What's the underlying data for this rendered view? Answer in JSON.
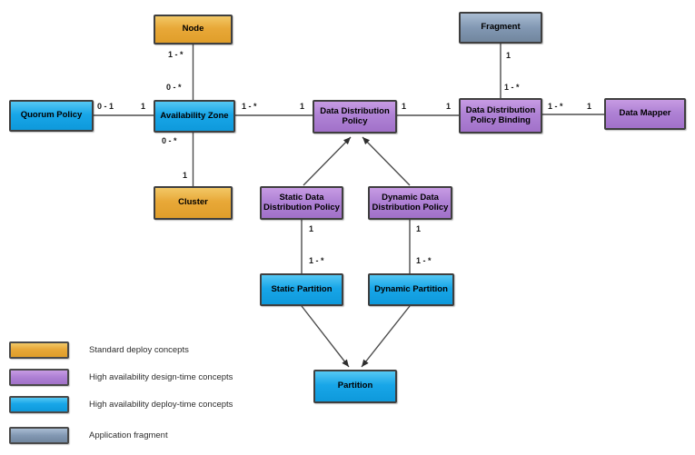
{
  "diagram": {
    "nodes": {
      "node": {
        "label": "Node",
        "category": "standard"
      },
      "fragment": {
        "label": "Fragment",
        "category": "fragment"
      },
      "quorum_policy": {
        "label": "Quorum Policy",
        "category": "deploy"
      },
      "availability_zone": {
        "label": "Availability Zone",
        "category": "deploy"
      },
      "data_distribution_policy": {
        "label": "Data Distribution Policy",
        "category": "design"
      },
      "data_distribution_policy_binding": {
        "label": "Data Distribution Policy Binding",
        "category": "design"
      },
      "data_mapper": {
        "label": "Data Mapper",
        "category": "design"
      },
      "cluster": {
        "label": "Cluster",
        "category": "standard"
      },
      "static_data_distribution_policy": {
        "label": "Static Data Distribution Policy",
        "category": "design"
      },
      "dynamic_data_distribution_policy": {
        "label": "Dynamic Data Distribution Policy",
        "category": "design"
      },
      "static_partition": {
        "label": "Static Partition",
        "category": "deploy"
      },
      "dynamic_partition": {
        "label": "Dynamic Partition",
        "category": "deploy"
      },
      "partition": {
        "label": "Partition",
        "category": "deploy"
      }
    },
    "edges": {
      "node_zone": {
        "near_node": "1 - *",
        "near_zone": "0 - *"
      },
      "quorum_zone": {
        "near_policy": "0 - 1",
        "near_zone": "1"
      },
      "zone_policy": {
        "near_zone": "1 - *",
        "near_policy": "1"
      },
      "zone_cluster": {
        "near_zone": "0 - *",
        "near_cluster": "1"
      },
      "policy_binding": {
        "near_policy": "1",
        "near_binding": "1"
      },
      "fragment_binding": {
        "near_fragment": "1",
        "near_binding": "1 - *"
      },
      "binding_mapper": {
        "near_binding": "1 - *",
        "near_mapper": "1"
      },
      "static_policy_partition": {
        "near_policy": "1",
        "near_partition": "1 - *"
      },
      "dynamic_policy_partition": {
        "near_policy": "1",
        "near_partition": "1 - *"
      }
    },
    "colors": {
      "standard": "#E8A838",
      "design": "#AF82D5",
      "deploy": "#18A6E8",
      "fragment": "#8298B3",
      "border": "#3F3F3F",
      "line": "#4D4D4D"
    }
  },
  "legend": {
    "items": [
      {
        "label": "Standard deploy concepts",
        "color": "#E8A838"
      },
      {
        "label": "High availability design-time concepts",
        "color": "#AF82D5"
      },
      {
        "label": "High availability deploy-time concepts",
        "color": "#18A6E8"
      },
      {
        "label": "Application fragment",
        "color": "#8298B3"
      }
    ]
  }
}
